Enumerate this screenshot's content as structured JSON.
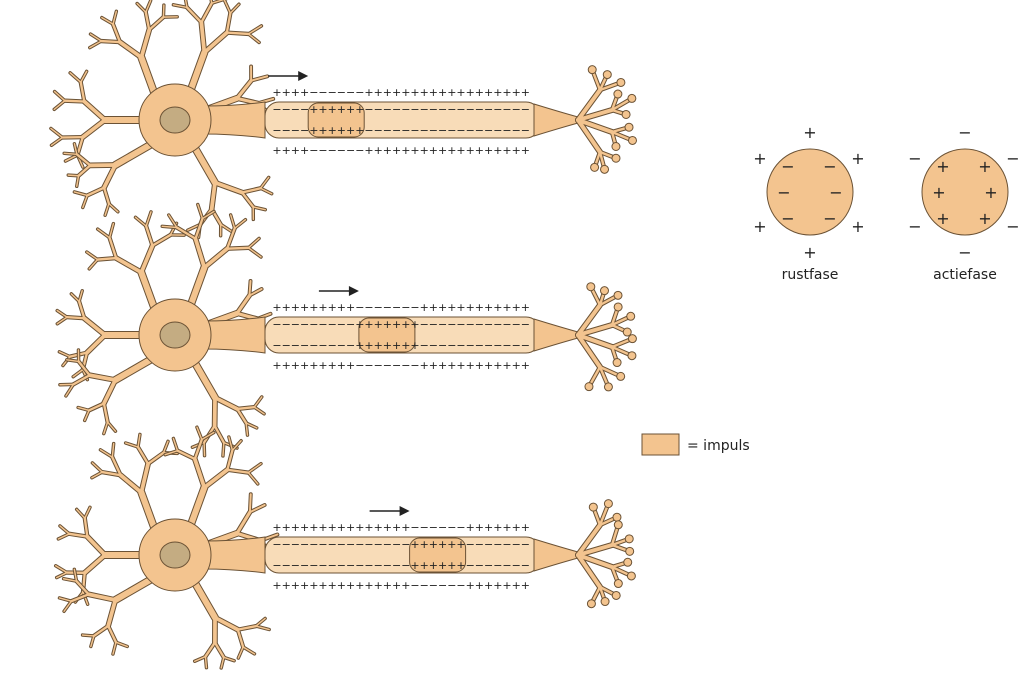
{
  "colors": {
    "cell_fill": "#f3c48f",
    "cell_light": "#f8dcb8",
    "cell_stroke": "#6b5235",
    "nucleus": "#c4ac82",
    "ink": "#222222"
  },
  "symbols": {
    "plus": "+",
    "minus": "−"
  },
  "legend": {
    "swatch_icon": "impulse-swatch",
    "text": "= impuls"
  },
  "phases": [
    {
      "label": "rustfase",
      "inside_sign": "−",
      "outside_sign": "+"
    },
    {
      "label": "actiefase",
      "inside_sign": "+",
      "outside_sign": "−"
    }
  ],
  "neurons": [
    {
      "stage": 1,
      "impulse_position": 0.16
    },
    {
      "stage": 2,
      "impulse_position": 0.42
    },
    {
      "stage": 3,
      "impulse_position": 0.68
    }
  ],
  "icons": {
    "arrow": "right-arrow-icon",
    "nucleus": "nucleus-icon",
    "dendrite": "dendrite-icon"
  }
}
